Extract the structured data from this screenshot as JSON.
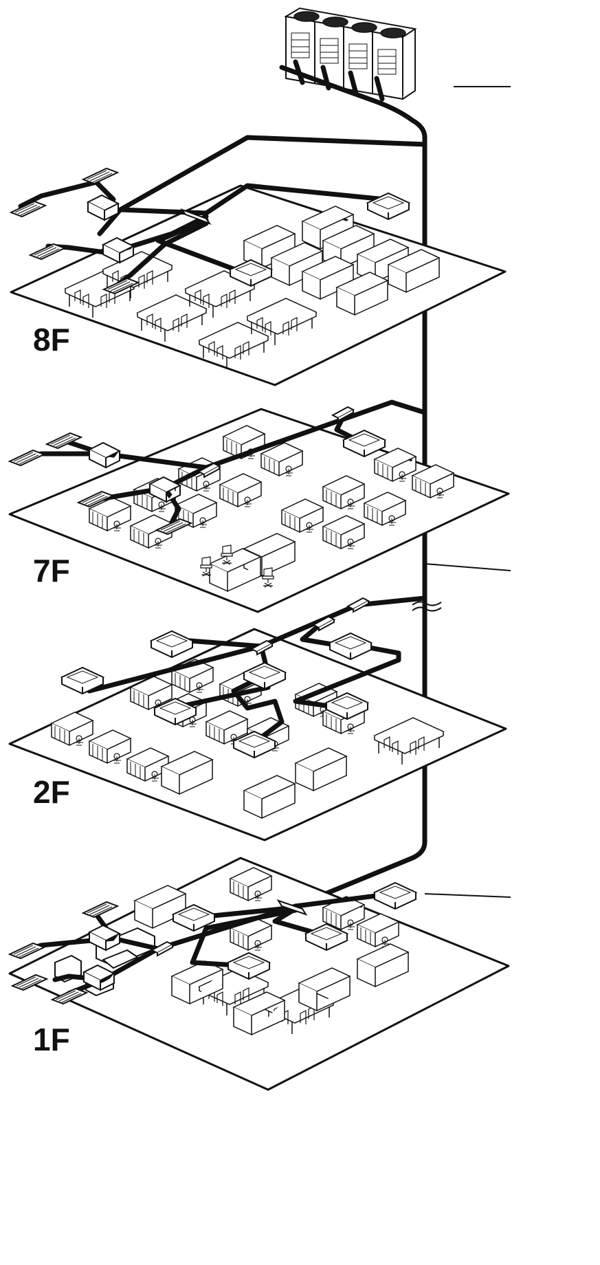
{
  "floors": [
    {
      "id": "8f",
      "label": "8F"
    },
    {
      "id": "7f",
      "label": "7F"
    },
    {
      "id": "2f",
      "label": "2F"
    },
    {
      "id": "1f",
      "label": "1F"
    }
  ],
  "icons": {
    "outdoor_unit": "outdoor-unit-icon",
    "cassette_unit": "ceiling-cassette-icon",
    "duct_unit": "ducted-unit-icon",
    "grille": "air-grille-icon",
    "branch_joint": "refnet-joint-icon",
    "break_mark": "pipe-break-icon"
  },
  "colors": {
    "line": "#111111",
    "background": "#ffffff"
  }
}
